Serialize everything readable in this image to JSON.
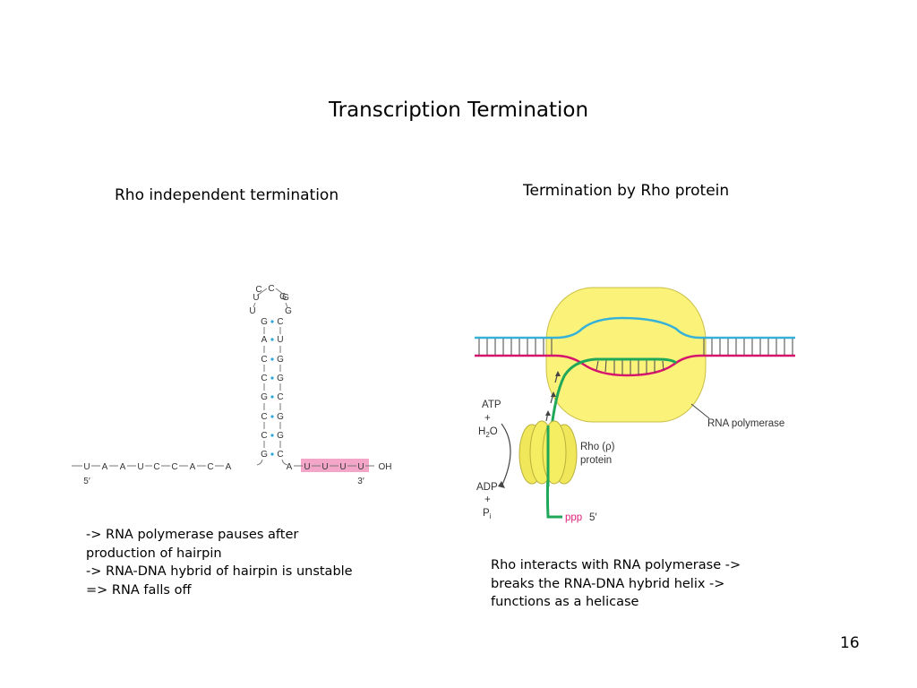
{
  "slide": {
    "title": "Transcription Termination",
    "page_number": "16"
  },
  "left_panel": {
    "heading": "Rho independent termination",
    "figure": {
      "hairpin_loop": [
        "U",
        "C",
        "G",
        "G"
      ],
      "stem_pairs": [
        [
          "G",
          "C"
        ],
        [
          "A",
          "U"
        ],
        [
          "C",
          "G"
        ],
        [
          "C",
          "G"
        ],
        [
          "G",
          "C"
        ],
        [
          "C",
          "G"
        ],
        [
          "C",
          "G"
        ],
        [
          "G",
          "C"
        ]
      ],
      "strand_5prime": [
        "U",
        "A",
        "A",
        "U",
        "C",
        "C",
        "A",
        "C",
        "A"
      ],
      "strand_3prime_lead": "A",
      "u_tract": [
        "U",
        "U",
        "U",
        "U"
      ],
      "end_label": "OH",
      "five_prime_label": "5′",
      "three_prime_label": "3′",
      "highlight_color": "#f4a6c8",
      "pair_dot_color": "#2aa7d8"
    },
    "text_lines": [
      "-> RNA polymerase pauses after",
      "production of hairpin",
      "-> RNA-DNA hybrid of hairpin is unstable",
      "=>  RNA falls off"
    ]
  },
  "right_panel": {
    "heading": "Termination by Rho protein",
    "figure": {
      "atp_label": "ATP",
      "plus_label": "+",
      "h2o_label_main": "H",
      "h2o_label_sub": "2",
      "h2o_label_end": "O",
      "adp_label": "ADP",
      "pi_label_main": "P",
      "pi_label_sub": "i",
      "rho_label_line1": "Rho (ρ)",
      "rho_label_line2": "protein",
      "rna_polymerase_label": "RNA polymerase",
      "ppp_label": "ppp",
      "five_prime_label": "5′",
      "colors": {
        "polymerase_fill": "#fbf27a",
        "dna_top": "#36b1d8",
        "dna_bottom": "#d6146e",
        "rna": "#1fa85a",
        "rho_fill": "#f6ee62",
        "ppp": "#e0207a"
      }
    },
    "text_lines": [
      "Rho interacts with RNA polymerase ->",
      "breaks the RNA-DNA hybrid helix ->",
      "functions as a helicase"
    ]
  }
}
